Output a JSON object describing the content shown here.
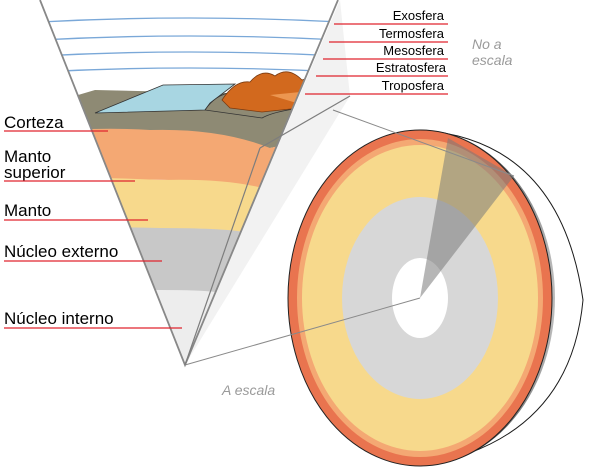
{
  "layers": {
    "corteza": "Corteza",
    "manto_superior_1": "Manto",
    "manto_superior_2": "superior",
    "manto": "Manto",
    "nucleo_externo": "Núcleo externo",
    "nucleo_interno": "Núcleo interno"
  },
  "atmosphere": {
    "exosfera": "Exosfera",
    "termosfera": "Termosfera",
    "mesosfera": "Mesosfera",
    "estratosfera": "Estratosfera",
    "troposfera": "Troposfera"
  },
  "notes": {
    "no_a_escala_1": "No a",
    "no_a_escala_2": "escala",
    "a_escala": "A escala"
  },
  "colors": {
    "label_line": "#e0242e",
    "crust": "#8e8a74",
    "upper_mantle": "#f4a873",
    "mantle": "#f7d98c",
    "outer_core": "#c8c8c8",
    "inner_core": "#ededed",
    "ocean": "#a8d6e2",
    "atmosphere_lines": "#7aa8d8",
    "mountains": "#d2691e"
  }
}
